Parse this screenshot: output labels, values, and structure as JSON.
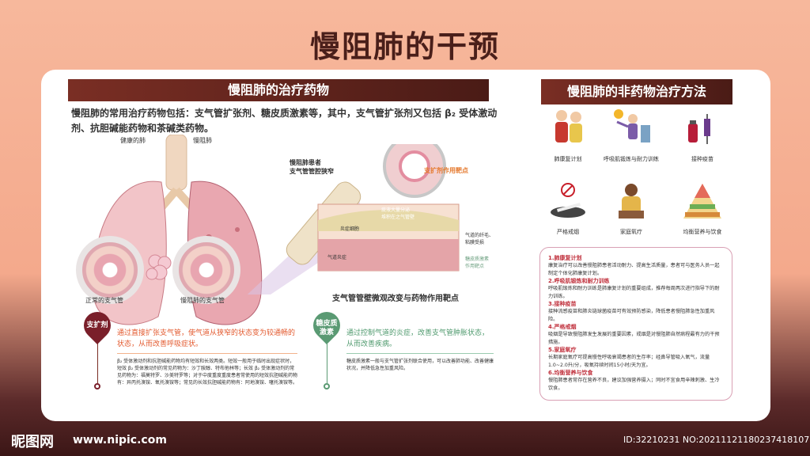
{
  "title": "慢阻肺的干预",
  "left_section": {
    "header": "慢阻肺的治疗药物",
    "intro": "慢阻肺的常用治疗药物包括：支气管扩张剂、糖皮质激素等，其中，支气管扩张剂又包括 β₂ 受体激动剂、抗胆碱能药物和茶碱类药物。",
    "lung_labels": {
      "healthy": "健康的肺",
      "copd": "慢阻肺",
      "normal_bronchi": "正常的支气管",
      "copd_bronchi": "慢阻肺的支气管"
    },
    "bronchi_labels": {
      "patient_narrow": "慢阻肺患者\n支气管管腔狭窄",
      "dilator_target": "支扩剂作用靶点",
      "mucus": "痰液大量分泌\n堆积在之气管壁",
      "inflammation_cells": "炎症细胞",
      "airway_inflammation": "气道炎症",
      "airway_fibrosis": "气道的纤毛、\n粘膜受损",
      "steroid_target": "糖皮质激素\n作用靶点",
      "caption": "支气管管壁微观改变与药物作用靶点"
    },
    "drugs": [
      {
        "name": "支扩剂",
        "color": "#7a1f2a",
        "title": "通过直接扩张支气管，使气道从狭窄的状态变为较通畅的状态，从而改善呼吸症状。",
        "body": "β₂ 受体激动剂和抗胆碱能药物均有短效和长效两类。短效一般用于临时出现症状时，短效 β₂ 受体激动剂的常见药物为：沙丁胺醇、特布他林等；长效 β₂ 受体激动剂的常见药物为：福莫特罗、沙美特罗等；对于中度重度重度患者常使用的短效抗胆碱能药物有：异丙托溴铵、氧托溴铵等；常见的长效抗胆碱能药物有：阿地溴铵、噻托溴铵等。"
      },
      {
        "name": "糖皮质激素",
        "color": "#5a9a73",
        "title": "通过控制气道的炎症，改善支气管肿胀状态，从而改善疾病。",
        "body": "糖皮质激素一般与支气管扩张剂联合使用，可以改善肺功能、改善健康状况，并降低急性加重风险。"
      }
    ]
  },
  "right_section": {
    "header": "慢阻肺的非药物治疗方法",
    "icons": [
      {
        "label": "肺康复计划",
        "icon": "family-icon"
      },
      {
        "label": "呼吸肌锻炼与耐力训练",
        "icon": "exercise-icon"
      },
      {
        "label": "接种疫苗",
        "icon": "vaccine-icon"
      },
      {
        "label": "严格戒烟",
        "icon": "no-smoking-icon"
      },
      {
        "label": "家庭氧疗",
        "icon": "oxygen-icon"
      },
      {
        "label": "均衡营养与饮食",
        "icon": "food-pyramid-icon"
      }
    ],
    "tips": [
      {
        "title": "1.肺康复计划",
        "body": "康复治疗可以改善慢阻肺患者活动耐力、提高生活质量，患者可与医务人员一起制定个体化肺康复计划。"
      },
      {
        "title": "2.呼吸肌锻炼和耐力训练",
        "body": "呼吸肌锻炼和耐力训练是肺康复计划的重要组成，推荐每周两次进行指导下的耐力训练。"
      },
      {
        "title": "3.接种疫苗",
        "body": "接种流感疫苗和肺炎链球菌疫苗可有效预防感染，降低患者慢阻肺急性加重风险。"
      },
      {
        "title": "4.严格戒烟",
        "body": "吸烟是导致慢阻肺发生发展的重要因素，戒烟是对慢阻肺自然病程最有力的干预措施。"
      },
      {
        "title": "5.家庭氧疗",
        "body": "长期家庭氧疗可提高慢性呼吸衰竭患者的生存率；经鼻导管吸入氧气，流量1.0~2.0升/分，吸氧持续时间15小时/天为宜。"
      },
      {
        "title": "6.均衡营养与饮食",
        "body": "慢阻肺患者常存在营养不良，建议加强营养摄入；同时不宜食用辛辣刺激、生冷饮食。"
      }
    ]
  },
  "footer": {
    "logo": "昵图网",
    "url": "www.nipic.com",
    "id": "ID:32210231 NO:20211121180237418107"
  }
}
